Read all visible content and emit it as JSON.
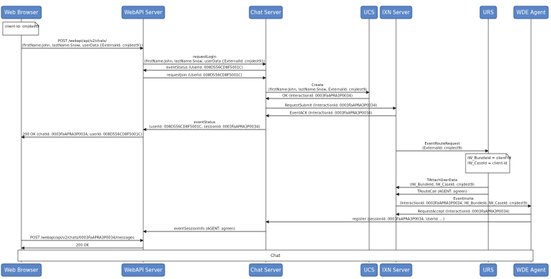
{
  "participants": [
    {
      "id": "wb",
      "label": "Web Browser"
    },
    {
      "id": "api",
      "label": "WebAPI Server"
    },
    {
      "id": "chat",
      "label": "Chat Server"
    },
    {
      "id": "ucs",
      "label": "UCS"
    },
    {
      "id": "ixn",
      "label": "IXN Server"
    },
    {
      "id": "urs",
      "label": "URS"
    },
    {
      "id": "wde",
      "label": "WDE Agent"
    }
  ],
  "notes": [
    {
      "id": "note-client",
      "on": "wb",
      "lines": [
        "client-id: cmjdest9"
      ]
    },
    {
      "id": "note-urs",
      "on": "urs",
      "lines": [
        "IW_BundleId = client-id",
        "IW_CaseId = client-id"
      ]
    }
  ],
  "messages": [
    {
      "from": "wb",
      "to": "api",
      "lines": [
        "POST /webapi/api/v2/chats/",
        "(firstName:John, lastName:Snow, userData {ExternalId: cmjdest9})"
      ]
    },
    {
      "from": "api",
      "to": "chat",
      "lines": [
        "requestLogin",
        "(firstName:John, lastName:Snow, userData {ExternalId: cmjdest9})"
      ]
    },
    {
      "from": "chat",
      "to": "api",
      "lines": [
        "eventStatus (UserId: 008D556CD8F5001C)"
      ]
    },
    {
      "from": "api",
      "to": "chat",
      "lines": [
        "requestJoin (UserId: 008D556CD8F5001C)"
      ]
    },
    {
      "from": "chat",
      "to": "ucs",
      "lines": [
        "Create",
        "(firstName:John, lastName:Snow, ExternalId: cmjdest9)"
      ]
    },
    {
      "from": "ucs",
      "to": "chat",
      "lines": [
        "OK (InteractionId: 0003FaAPRA3P0034)"
      ]
    },
    {
      "from": "chat",
      "to": "ixn",
      "lines": [
        "RequestSubmit (InteractionId: 0003FaAPRA3P0034)"
      ]
    },
    {
      "from": "ixn",
      "to": "chat",
      "lines": [
        "EventACK (InteractionId: 0003FaAPRA3P0034)"
      ]
    },
    {
      "from": "chat",
      "to": "api",
      "lines": [
        "eventStatus",
        "(userId: 008D556CD8F5001C, sessionId: 0003FaAPRA3P0034)"
      ]
    },
    {
      "from": "api",
      "to": "wb",
      "lines": [
        "200 OK (chatId: 0003FaAPRA3P0034, userId: 008D556CD8F5001C)"
      ]
    },
    {
      "from": "ixn",
      "to": "urs",
      "lines": [
        "EventRouteRequest",
        "(ExternalId: cmjdest9)"
      ]
    },
    {
      "from": "urs",
      "to": "ixn",
      "lines": [
        "TAttachUserData",
        "(IW_BundleId, IW_CaseId: cmjdest9)"
      ]
    },
    {
      "from": "urs",
      "to": "ixn",
      "lines": [
        "TRouteCall (AGENT: agreen)"
      ]
    },
    {
      "from": "ixn",
      "to": "wde",
      "lines": [
        "EventInvite",
        "(InteractionId: 0003FaAPRA3P0034, IW_BundleId, IW_CaseId: cmjdest9)"
      ]
    },
    {
      "from": "wde",
      "to": "ixn",
      "lines": [
        "RequestAccept (InteractionId: 0003FaAPRA3P0034)"
      ]
    },
    {
      "from": "wde",
      "to": "chat",
      "lines": [
        "register (sessionId: 0003FaAPRA3P0034, UserId: ...)"
      ]
    },
    {
      "from": "chat",
      "to": "api",
      "lines": [
        "eventSessionInfo (AGENT: agreen)"
      ]
    },
    {
      "from": "wb",
      "to": "api",
      "lines": [
        "POST /webapi/api/v2/chats/0003FaAPRA3P0034/messages"
      ]
    },
    {
      "from": "api",
      "to": "wb",
      "lines": [
        "200 OK"
      ]
    }
  ],
  "group": {
    "label": "Chat"
  }
}
